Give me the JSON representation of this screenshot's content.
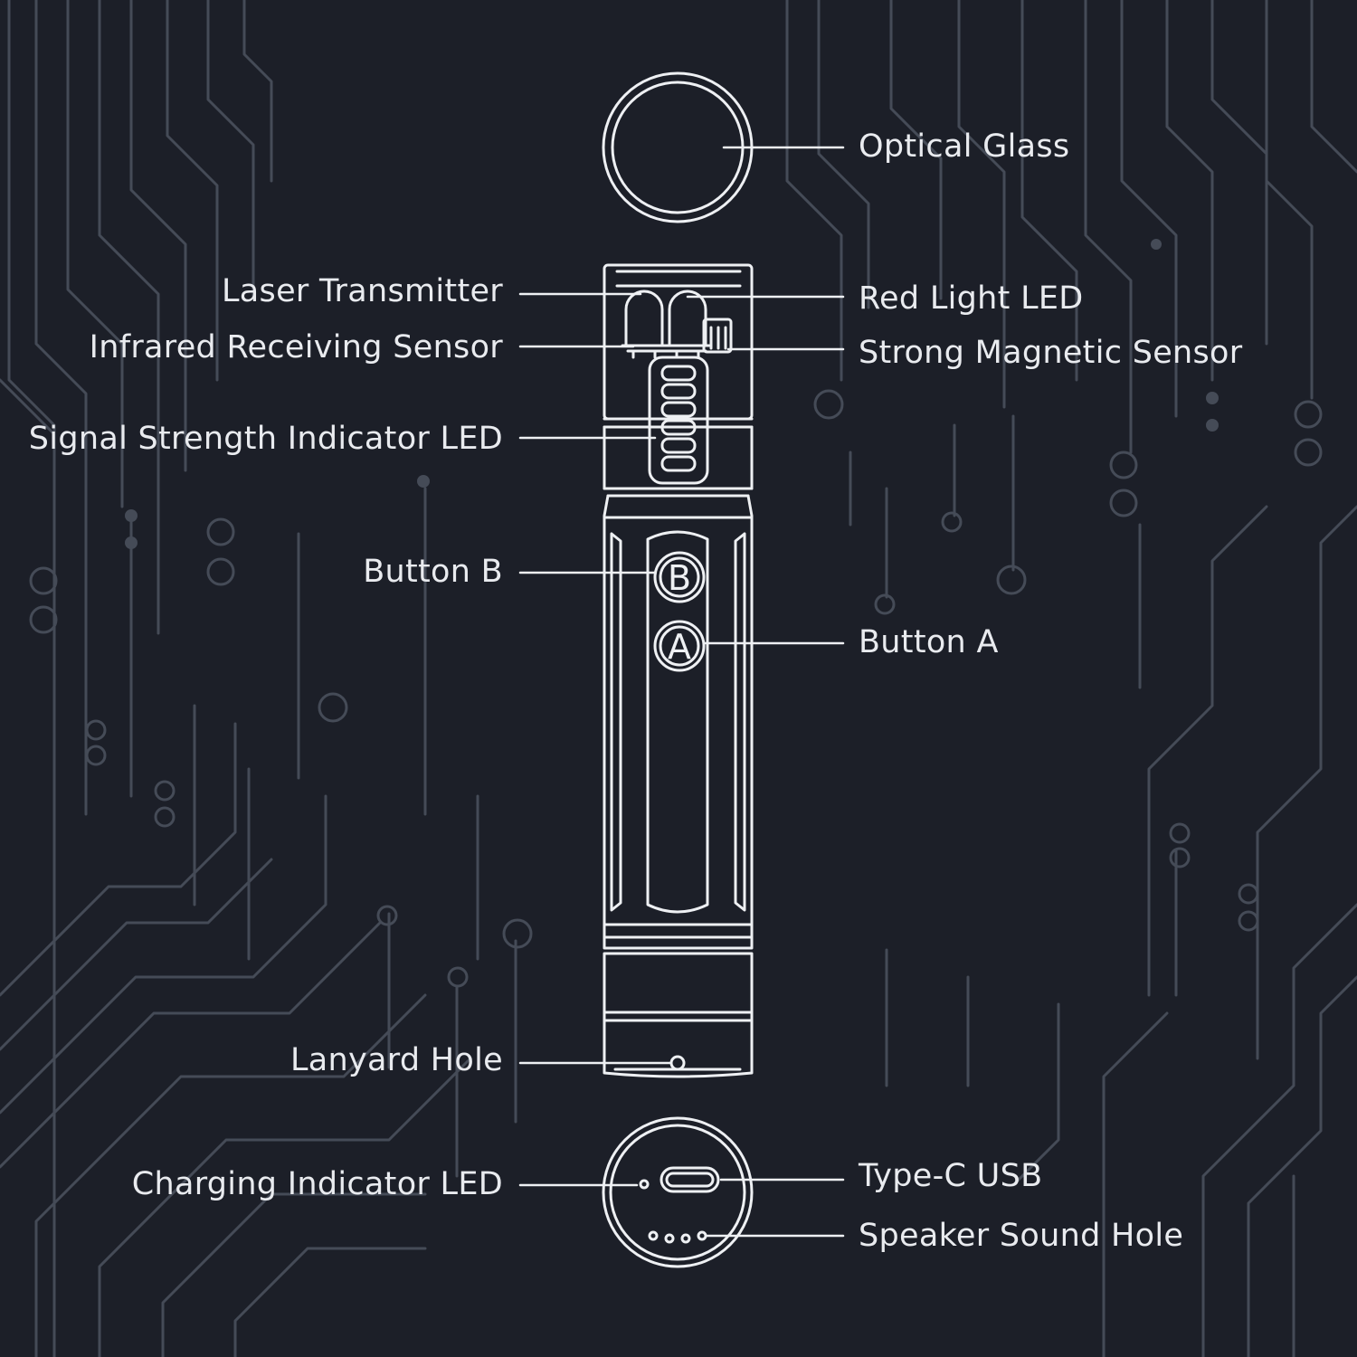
{
  "colors": {
    "background": "#1c1f28",
    "circuit": "#4a505c",
    "outline": "#eef0f3",
    "text": "#e9ebef"
  },
  "labels": {
    "optical_glass": "Optical Glass",
    "laser_transmitter": "Laser Transmitter",
    "red_light_led": "Red Light LED",
    "infrared_receiving_sensor": "Infrared Receiving Sensor",
    "strong_magnetic_sensor": "Strong Magnetic Sensor",
    "signal_strength_indicator_led": "Signal Strength Indicator LED",
    "button_b": "Button B",
    "button_a": "Button A",
    "lanyard_hole": "Lanyard Hole",
    "charging_indicator_led": "Charging Indicator LED",
    "type_c_usb": "Type-C USB",
    "speaker_sound_hole": "Speaker Sound Hole"
  },
  "buttons": {
    "b": "B",
    "a": "A"
  },
  "icons": {
    "signal_indicator": "stacked-led-bars-icon",
    "usb_port": "usb-c-port-icon"
  }
}
